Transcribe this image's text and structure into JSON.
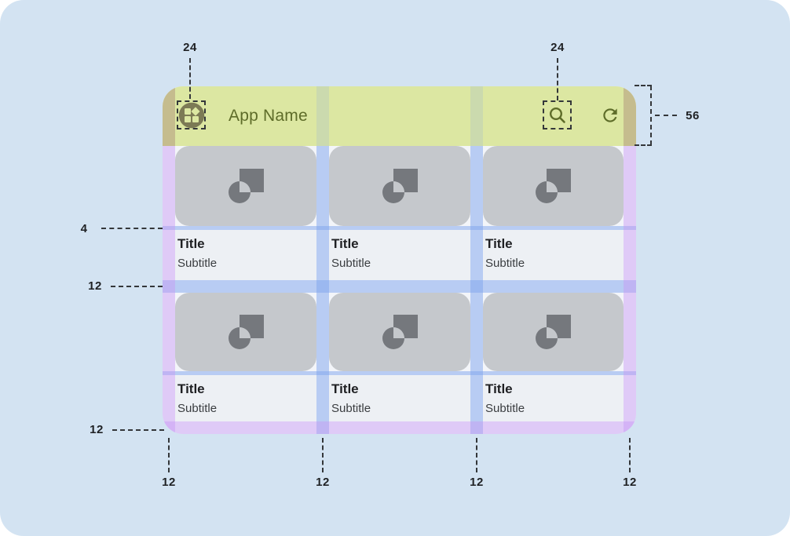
{
  "app_bar": {
    "name": "App Name",
    "logo_icon": "grid-logo-icon",
    "search_icon": "search-icon",
    "refresh_icon": "refresh-icon"
  },
  "cards": [
    {
      "title": "Title",
      "subtitle": "Subtitle"
    },
    {
      "title": "Title",
      "subtitle": "Subtitle"
    },
    {
      "title": "Title",
      "subtitle": "Subtitle"
    },
    {
      "title": "Title",
      "subtitle": "Subtitle"
    },
    {
      "title": "Title",
      "subtitle": "Subtitle"
    },
    {
      "title": "Title",
      "subtitle": "Subtitle"
    }
  ],
  "annotations": {
    "logo_size": "24",
    "search_size": "24",
    "appbar_height": "56",
    "image_text_gap": "4",
    "row_gap": "12",
    "bottom_margin": "12",
    "bottom_labels": [
      "12",
      "12",
      "12",
      "12"
    ]
  },
  "colors": {
    "page_bg": "#d3e3f2",
    "mockup_bg": "#f3f5f9",
    "header_bg": "#dce7a2",
    "header_fg": "#5e6c29",
    "logo_circle": "#7c7a55",
    "card_image_bg": "#c5c8cc",
    "card_icon": "#75787d",
    "card_text_bg": "#edf0f4",
    "title": "#202124",
    "subtitle": "#3a3d40",
    "margin_overlay": "#c896f573",
    "gutter_overlay": "#7da3ee80",
    "header_margin_overlay": "#c5bc8e",
    "header_gutter_overlay": "#cbdaae",
    "dash": "#34373a",
    "label": "#1f2124"
  }
}
